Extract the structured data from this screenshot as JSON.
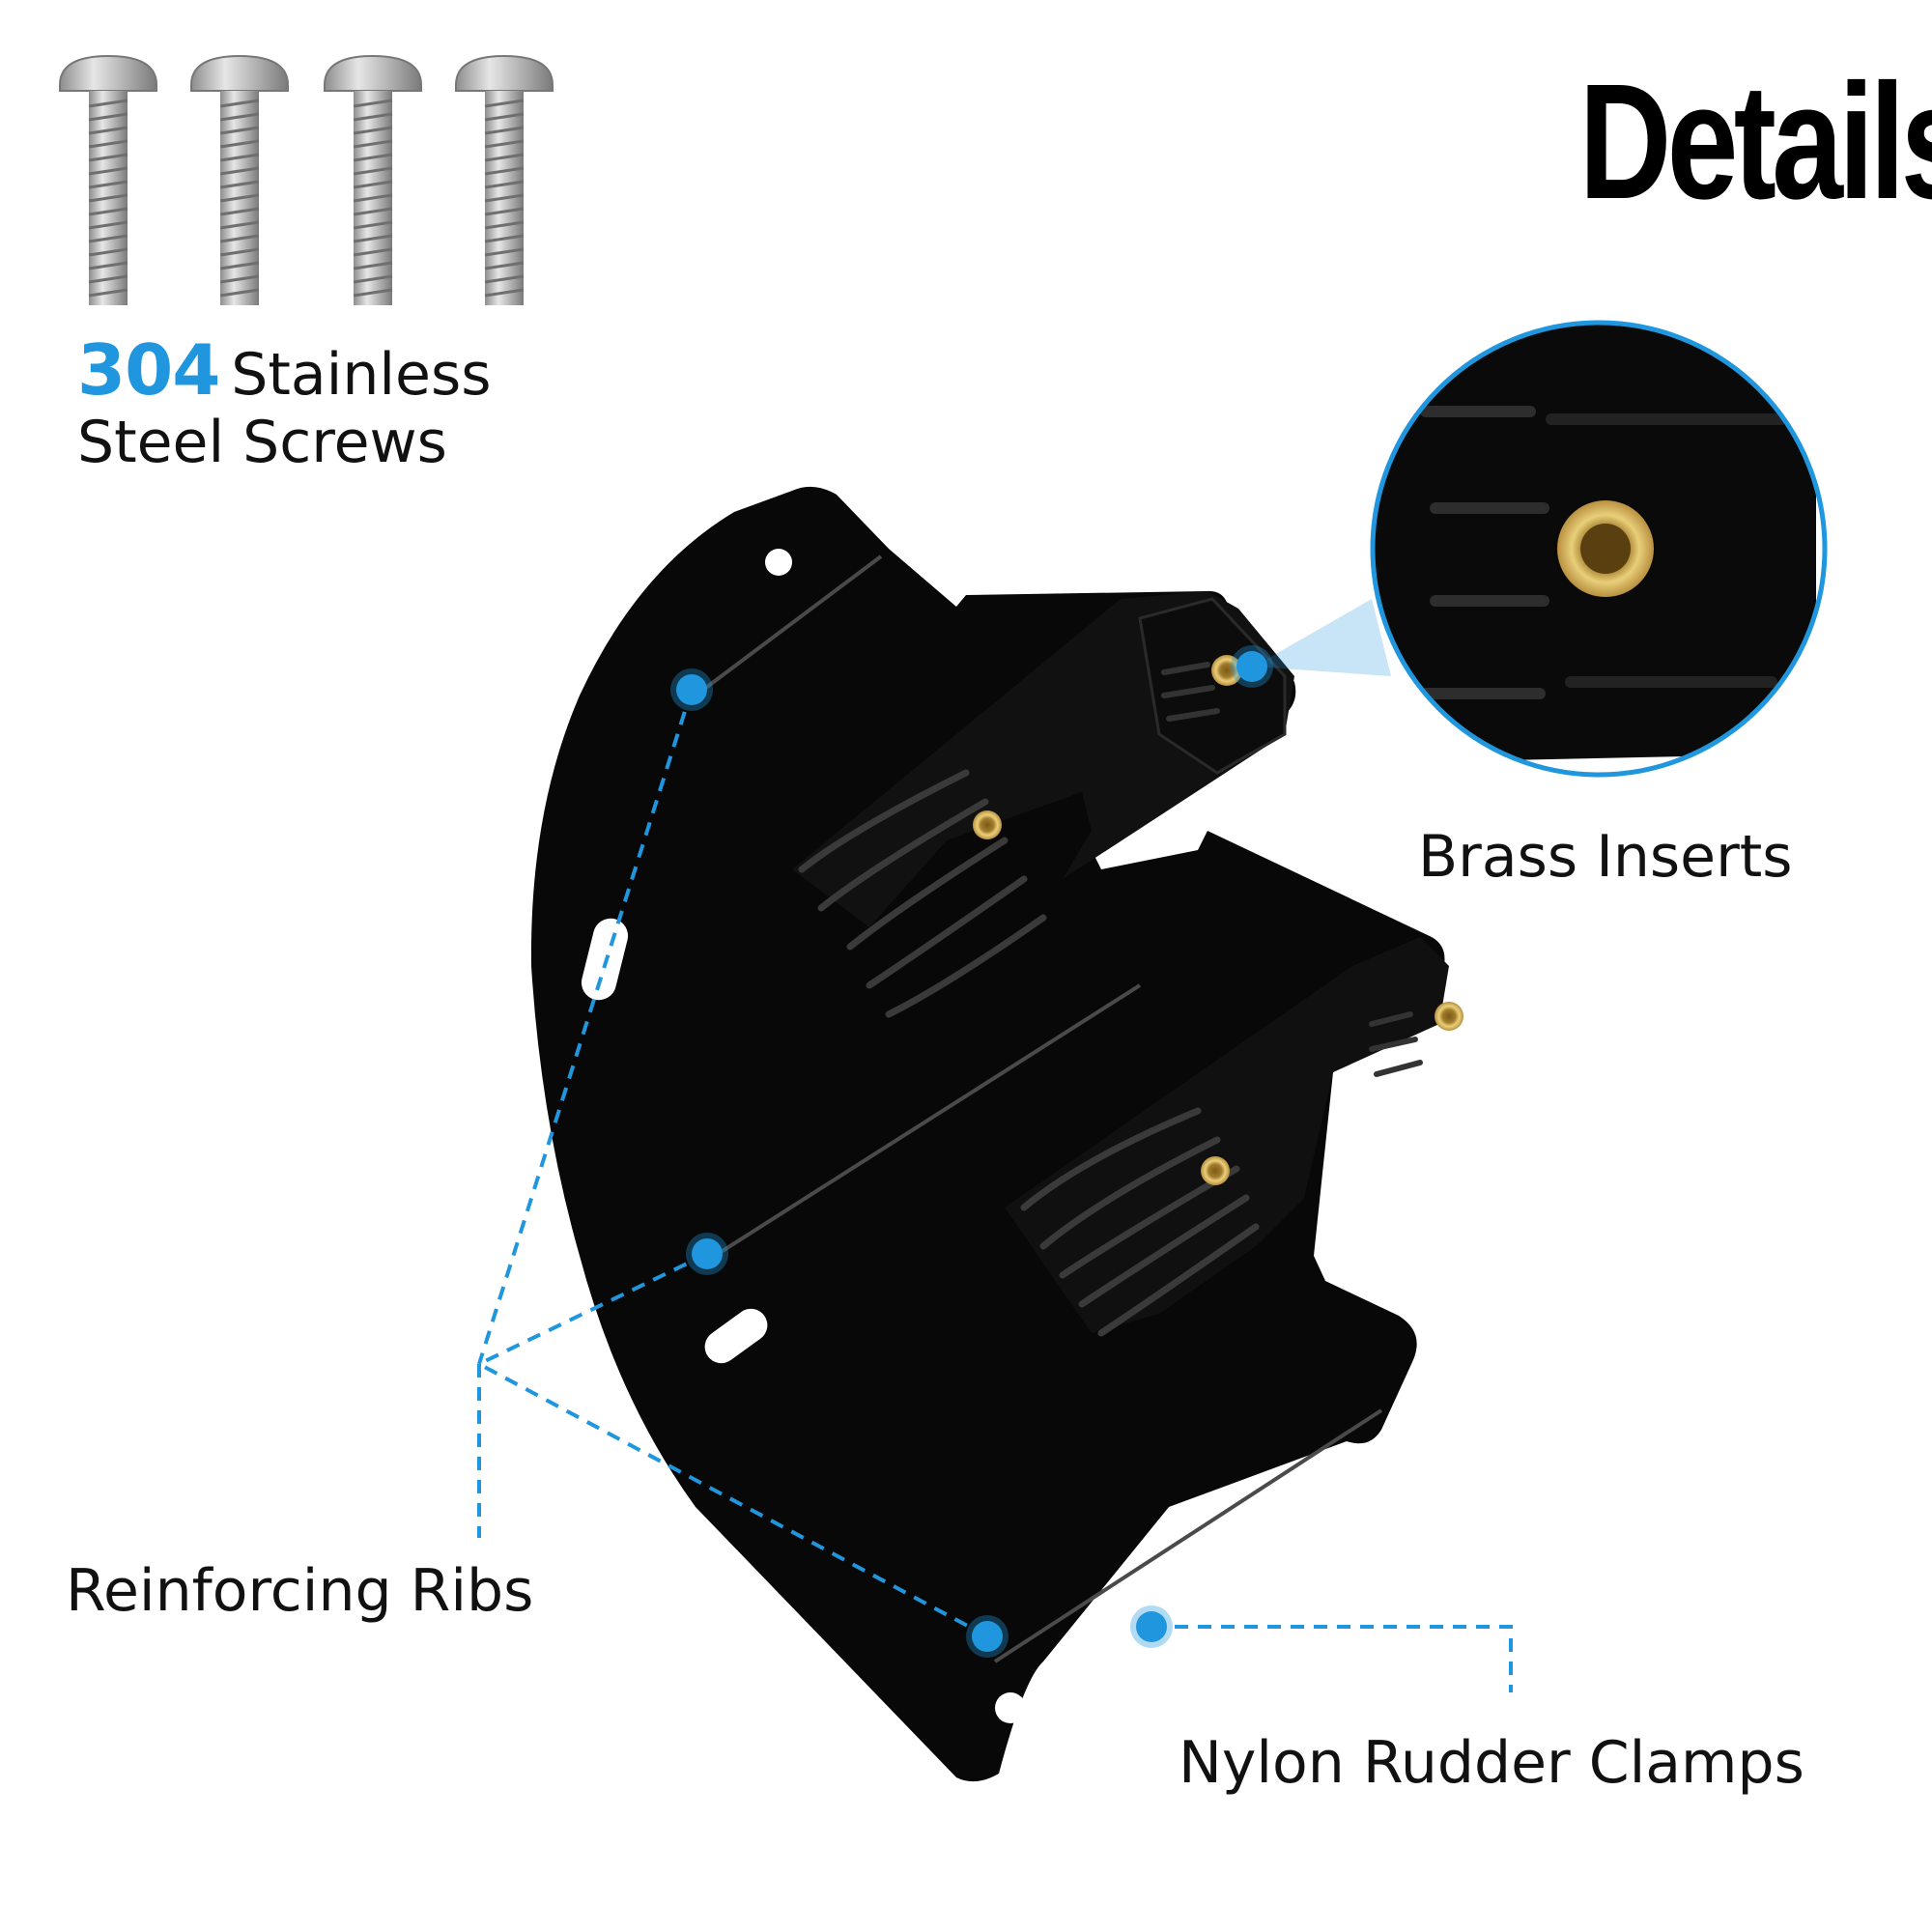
{
  "title": "Details",
  "screws": {
    "number": "304",
    "line1_rest": "Stainless",
    "line2": "Steel Screws"
  },
  "callouts": {
    "brass_inserts": "Brass Inserts",
    "reinforcing_ribs": "Reinforcing Ribs",
    "nylon_rudder_clamps": "Nylon Rudder Clamps"
  },
  "colors": {
    "accent": "#1f96dd",
    "part": "#0a0a0a",
    "brass": "#c9a44a"
  }
}
